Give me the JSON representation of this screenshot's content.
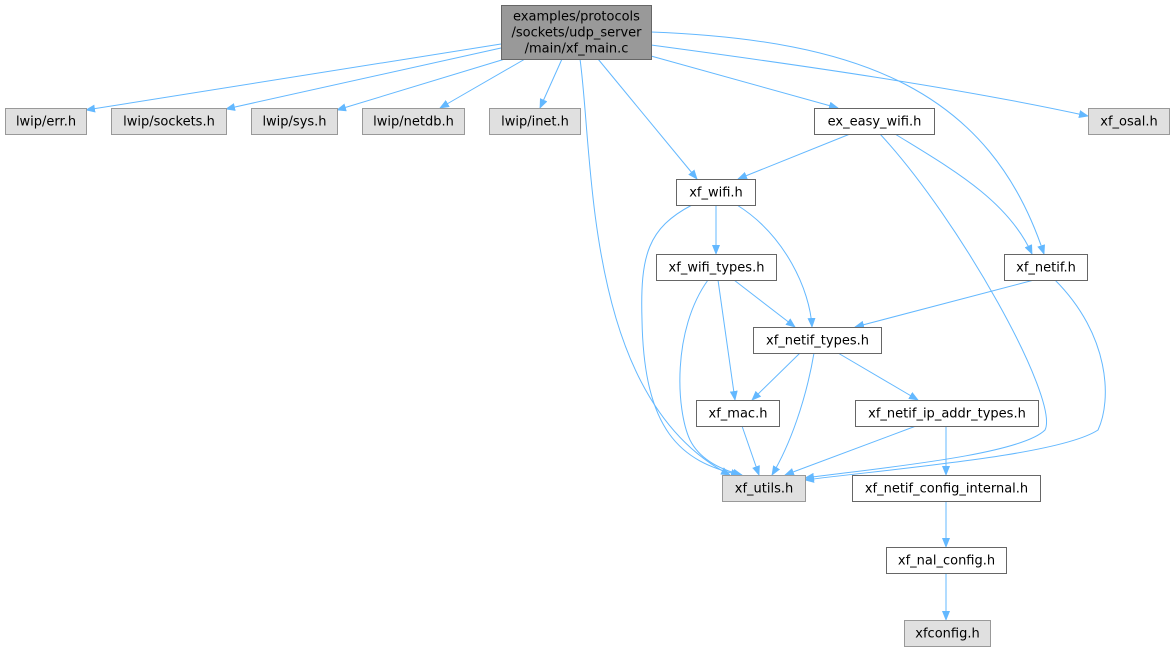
{
  "colors": {
    "edge": "#63b8ff",
    "root_fill": "#999999",
    "root_border": "#666666",
    "external_fill": "#e0e0e0",
    "external_border": "#999999",
    "internal_fill": "#ffffff",
    "internal_border": "#666666"
  },
  "nodes": [
    {
      "id": "xf_main",
      "kind": "root",
      "lines": [
        "examples/protocols",
        "/sockets/udp_server",
        "/main/xf_main.c"
      ]
    },
    {
      "id": "lwip_err",
      "kind": "external",
      "lines": [
        "lwip/err.h"
      ]
    },
    {
      "id": "lwip_sockets",
      "kind": "external",
      "lines": [
        "lwip/sockets.h"
      ]
    },
    {
      "id": "lwip_sys",
      "kind": "external",
      "lines": [
        "lwip/sys.h"
      ]
    },
    {
      "id": "lwip_netdb",
      "kind": "external",
      "lines": [
        "lwip/netdb.h"
      ]
    },
    {
      "id": "lwip_inet",
      "kind": "external",
      "lines": [
        "lwip/inet.h"
      ]
    },
    {
      "id": "ex_easy_wifi",
      "kind": "internal",
      "lines": [
        "ex_easy_wifi.h"
      ]
    },
    {
      "id": "xf_osal",
      "kind": "external",
      "lines": [
        "xf_osal.h"
      ]
    },
    {
      "id": "xf_wifi",
      "kind": "internal",
      "lines": [
        "xf_wifi.h"
      ]
    },
    {
      "id": "xf_netif",
      "kind": "internal",
      "lines": [
        "xf_netif.h"
      ]
    },
    {
      "id": "xf_wifi_types",
      "kind": "internal",
      "lines": [
        "xf_wifi_types.h"
      ]
    },
    {
      "id": "xf_netif_types",
      "kind": "internal",
      "lines": [
        "xf_netif_types.h"
      ]
    },
    {
      "id": "xf_mac",
      "kind": "internal",
      "lines": [
        "xf_mac.h"
      ]
    },
    {
      "id": "xf_netif_ip_addr_types",
      "kind": "internal",
      "lines": [
        "xf_netif_ip_addr_types.h"
      ]
    },
    {
      "id": "xf_utils",
      "kind": "external",
      "lines": [
        "xf_utils.h"
      ]
    },
    {
      "id": "xf_netif_config_internal",
      "kind": "internal",
      "lines": [
        "xf_netif_config_internal.h"
      ]
    },
    {
      "id": "xf_nal_config",
      "kind": "internal",
      "lines": [
        "xf_nal_config.h"
      ]
    },
    {
      "id": "xfconfig",
      "kind": "external",
      "lines": [
        "xfconfig.h"
      ]
    }
  ],
  "edges": [
    {
      "from": "xf_main",
      "to": "lwip_err"
    },
    {
      "from": "xf_main",
      "to": "lwip_sockets"
    },
    {
      "from": "xf_main",
      "to": "lwip_sys"
    },
    {
      "from": "xf_main",
      "to": "lwip_netdb"
    },
    {
      "from": "xf_main",
      "to": "lwip_inet"
    },
    {
      "from": "xf_main",
      "to": "ex_easy_wifi"
    },
    {
      "from": "xf_main",
      "to": "xf_osal"
    },
    {
      "from": "xf_main",
      "to": "xf_wifi"
    },
    {
      "from": "xf_main",
      "to": "xf_netif"
    },
    {
      "from": "xf_main",
      "to": "xf_utils"
    },
    {
      "from": "ex_easy_wifi",
      "to": "xf_wifi"
    },
    {
      "from": "ex_easy_wifi",
      "to": "xf_netif"
    },
    {
      "from": "ex_easy_wifi",
      "to": "xf_utils"
    },
    {
      "from": "xf_wifi",
      "to": "xf_wifi_types"
    },
    {
      "from": "xf_wifi",
      "to": "xf_netif_types"
    },
    {
      "from": "xf_wifi",
      "to": "xf_utils"
    },
    {
      "from": "xf_netif",
      "to": "xf_netif_types"
    },
    {
      "from": "xf_netif",
      "to": "xf_utils"
    },
    {
      "from": "xf_wifi_types",
      "to": "xf_netif_types"
    },
    {
      "from": "xf_wifi_types",
      "to": "xf_mac"
    },
    {
      "from": "xf_wifi_types",
      "to": "xf_utils"
    },
    {
      "from": "xf_netif_types",
      "to": "xf_mac"
    },
    {
      "from": "xf_netif_types",
      "to": "xf_netif_ip_addr_types"
    },
    {
      "from": "xf_netif_types",
      "to": "xf_utils"
    },
    {
      "from": "xf_mac",
      "to": "xf_utils"
    },
    {
      "from": "xf_netif_ip_addr_types",
      "to": "xf_utils"
    },
    {
      "from": "xf_netif_ip_addr_types",
      "to": "xf_netif_config_internal"
    },
    {
      "from": "xf_netif_config_internal",
      "to": "xf_nal_config"
    },
    {
      "from": "xf_nal_config",
      "to": "xfconfig"
    }
  ]
}
